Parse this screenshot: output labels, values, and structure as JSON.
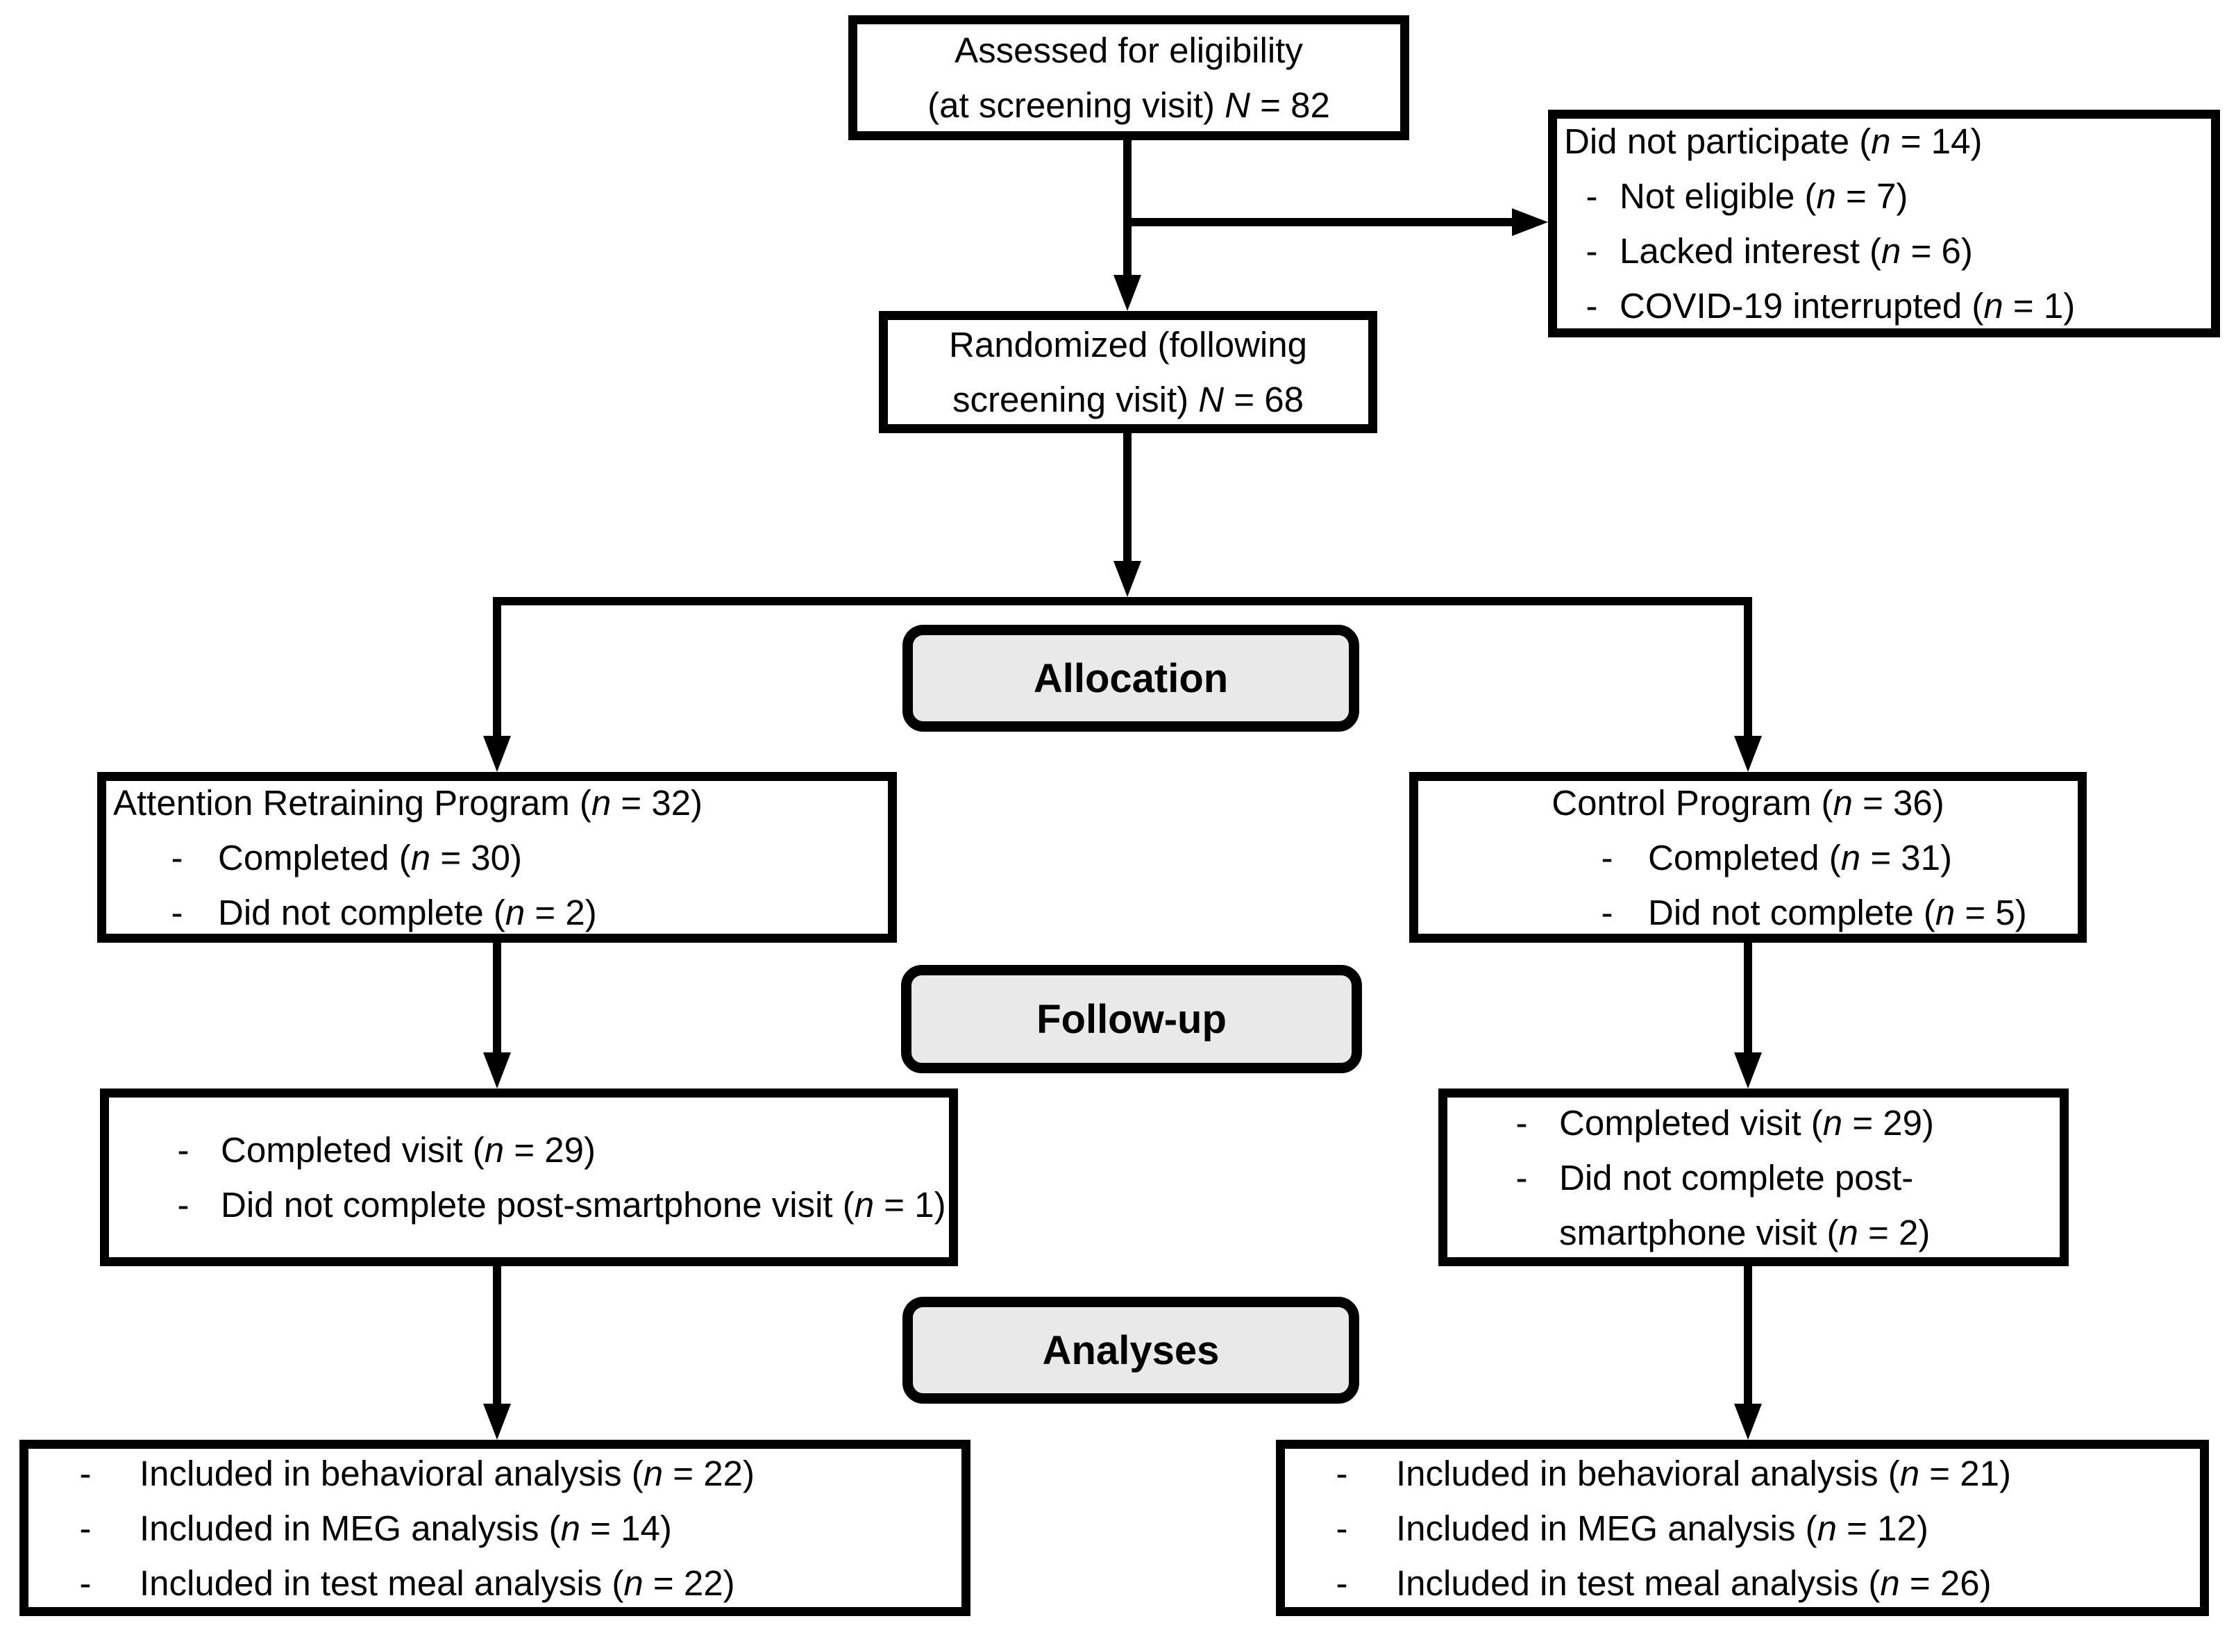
{
  "ui": {
    "bullet": "-"
  },
  "stages": {
    "allocation": "Allocation",
    "followup": "Follow-up",
    "analyses": "Analyses"
  },
  "boxes": {
    "assessed": {
      "line1": "Assessed for eligibility",
      "line2": "(at screening visit) N = 82"
    },
    "did_not_participate": {
      "title": "Did not participate (n = 14)",
      "items": [
        "Not eligible (n = 7)",
        "Lacked interest (n = 6)",
        "COVID-19 interrupted (n = 1)"
      ]
    },
    "randomized": {
      "line1": "Randomized (following",
      "line2": "screening visit) N = 68"
    },
    "allocation_left": {
      "title": "Attention Retraining Program (n = 32)",
      "items": [
        "Completed (n = 30)",
        "Did not complete (n = 2)"
      ]
    },
    "allocation_right": {
      "title": "Control Program (n = 36)",
      "items": [
        "Completed (n = 31)",
        "Did not complete (n = 5)"
      ]
    },
    "followup_left": {
      "items": [
        "Completed visit (n = 29)",
        "Did not complete post-smartphone visit (n = 1)"
      ]
    },
    "followup_right": {
      "items": [
        "Completed visit (n = 29)",
        "Did not complete post-smartphone visit (n = 2)"
      ]
    },
    "analyses_left": {
      "items": [
        "Included in behavioral analysis (n = 22)",
        "Included in MEG analysis (n = 14)",
        "Included in test meal analysis (n = 22)"
      ]
    },
    "analyses_right": {
      "items": [
        "Included in behavioral analysis (n = 21)",
        "Included in MEG analysis (n = 12)",
        "Included in test meal analysis (n = 26)"
      ]
    }
  },
  "colors": {
    "box_border": "#000000",
    "stage_fill": "#e9e9e9",
    "background": "#ffffff"
  }
}
